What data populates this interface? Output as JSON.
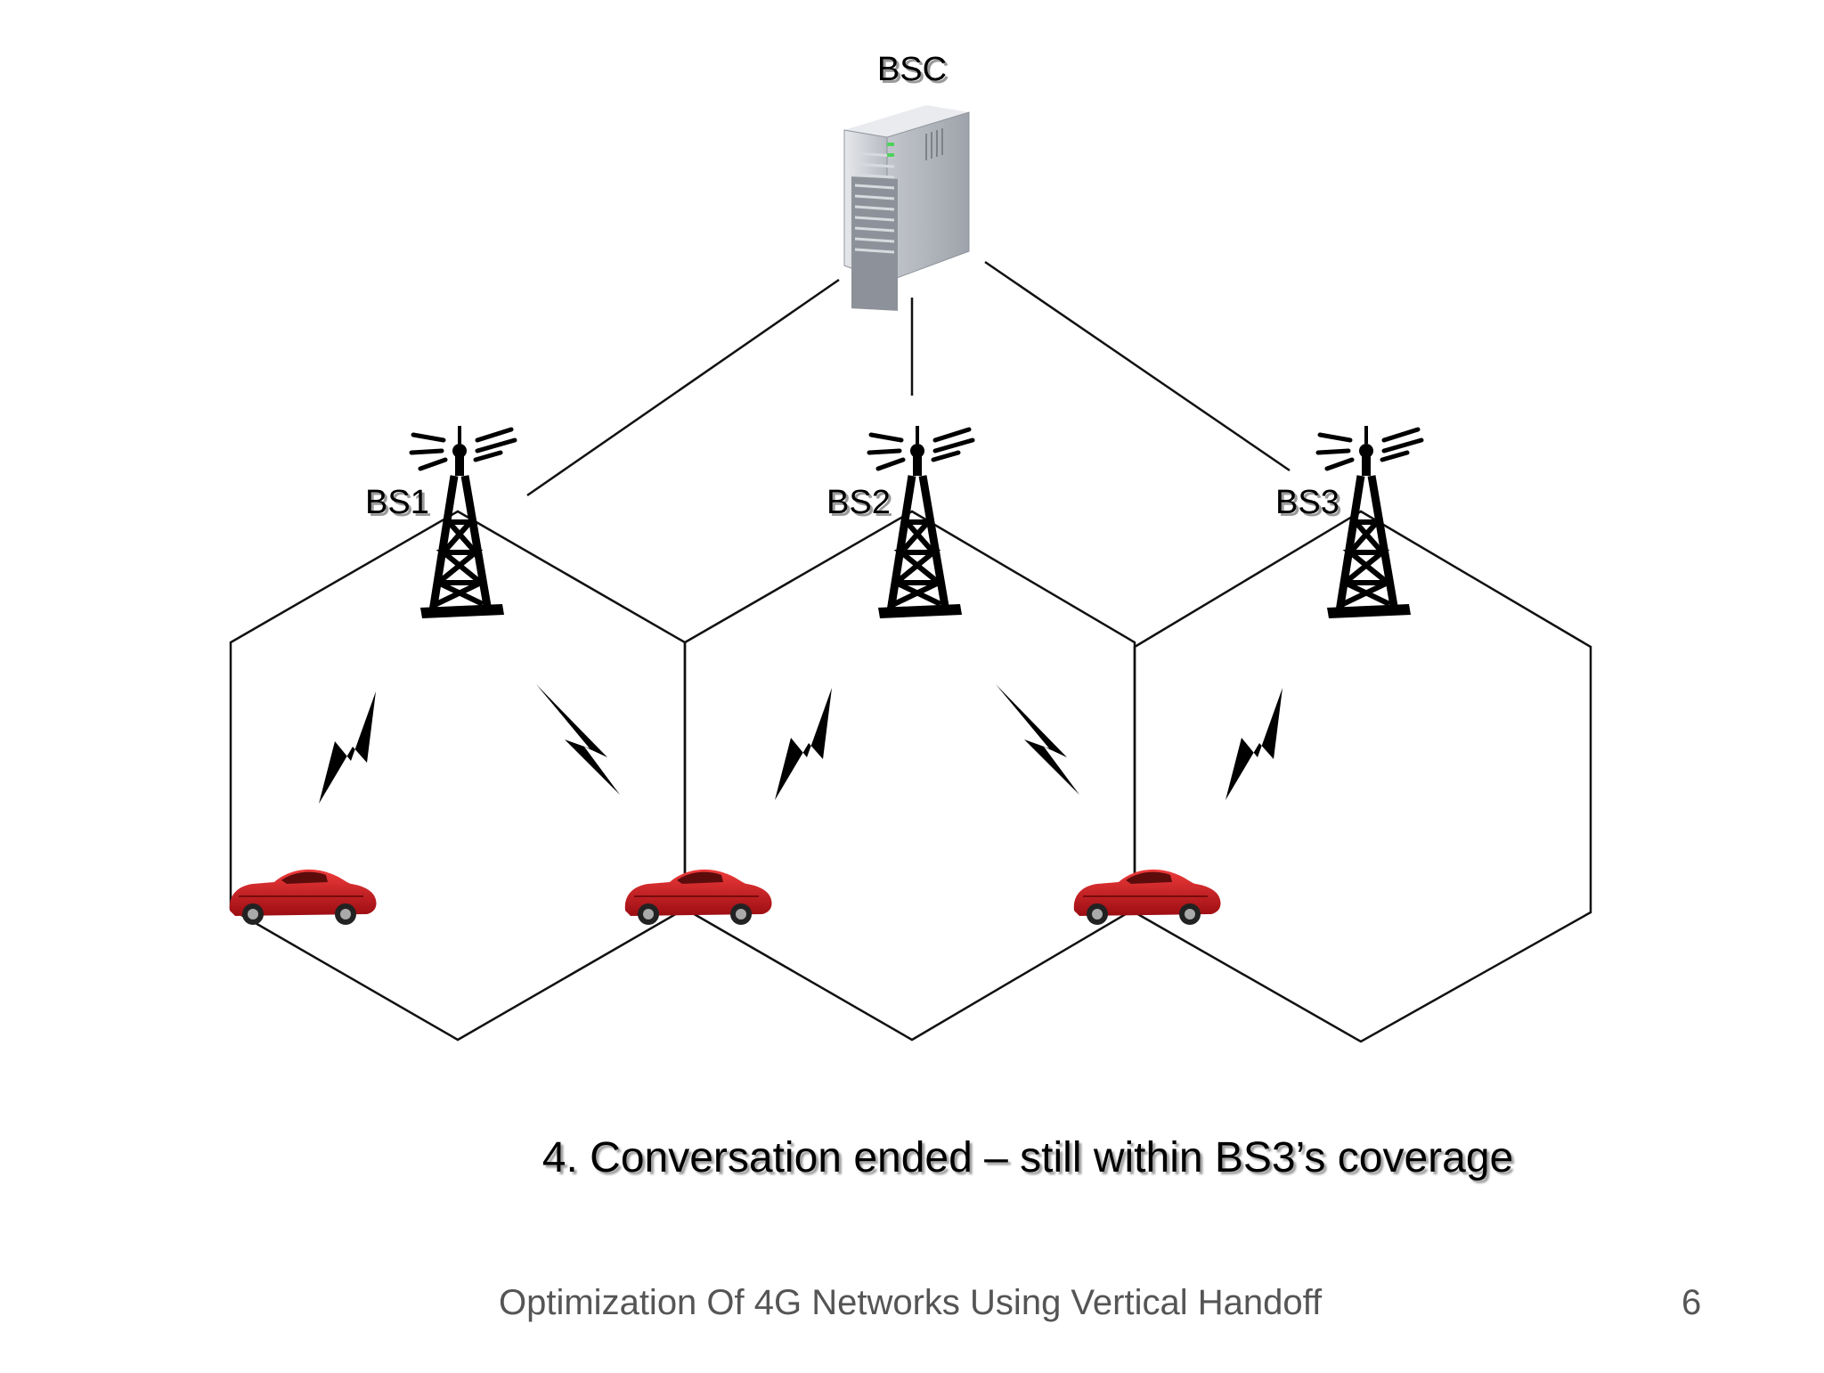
{
  "nodes": {
    "bsc": {
      "label": "BSC"
    },
    "stations": [
      {
        "id": "bs1",
        "label": "BS1"
      },
      {
        "id": "bs2",
        "label": "BS2"
      },
      {
        "id": "bs3",
        "label": "BS3"
      }
    ]
  },
  "caption": "4. Conversation ended – still within BS3’s coverage",
  "footer": {
    "title": "Optimization Of 4G Networks Using Vertical Handoff",
    "page_number": "6"
  },
  "colors": {
    "line": "#111111",
    "car": "#c8161c",
    "tower": "#000000",
    "server": "#c9ccd2"
  },
  "icons": [
    "server-icon",
    "tower-icon",
    "lightning-icon",
    "car-icon"
  ]
}
